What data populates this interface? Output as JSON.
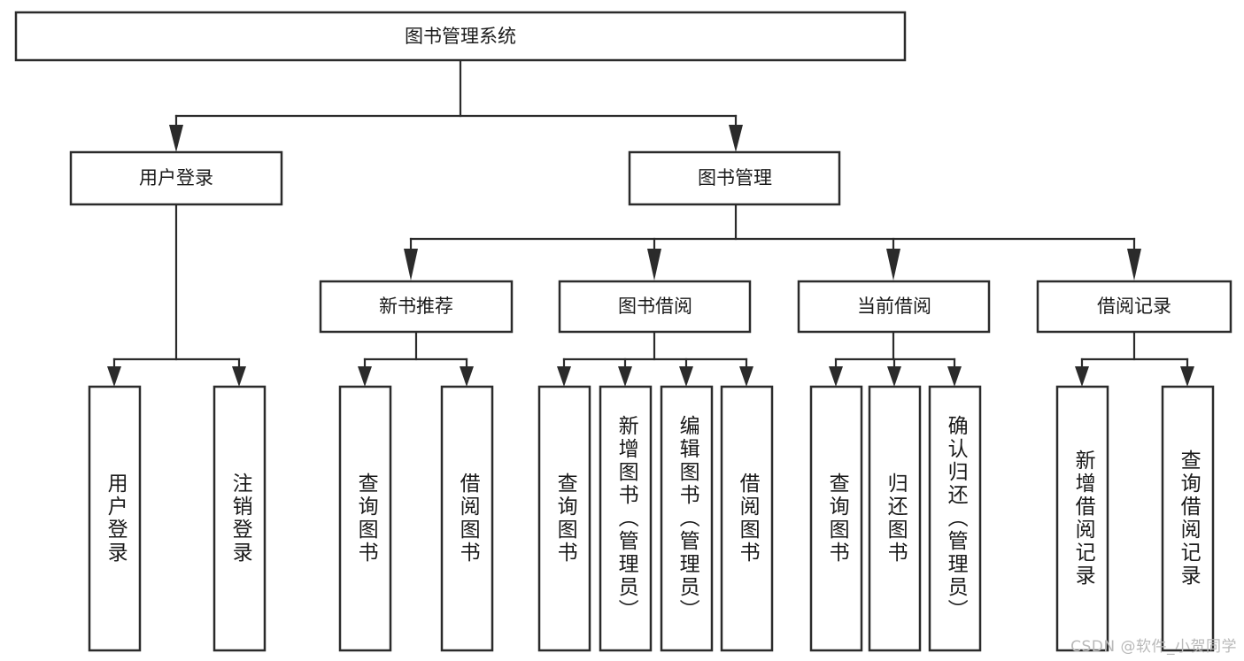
{
  "diagram": {
    "title": "图书管理系统",
    "type": "tree-hierarchy-chart",
    "colors": {
      "stroke": "#2b2b2b",
      "fill": "#ffffff",
      "text": "#1a1a1a",
      "watermark": "#b9b9b9",
      "background": "#ffffff"
    },
    "root": {
      "label": "图书管理系统"
    },
    "level2": [
      {
        "label": "用户登录"
      },
      {
        "label": "图书管理"
      }
    ],
    "level3": [
      {
        "label": "新书推荐"
      },
      {
        "label": "图书借阅"
      },
      {
        "label": "当前借阅"
      },
      {
        "label": "借阅记录"
      }
    ],
    "leaves": {
      "user_login": [
        {
          "label": "用户登录"
        },
        {
          "label": "注销登录"
        }
      ],
      "new_book_recommend": [
        {
          "label": "查询图书"
        },
        {
          "label": "借阅图书"
        }
      ],
      "book_borrow": [
        {
          "label": "查询图书"
        },
        {
          "label": "新增图书（管理员）"
        },
        {
          "label": "编辑图书（管理员）"
        },
        {
          "label": "借阅图书"
        }
      ],
      "current_borrow": [
        {
          "label": "查询图书"
        },
        {
          "label": "归还图书"
        },
        {
          "label": "确认归还（管理员）"
        }
      ],
      "borrow_record": [
        {
          "label": "新增借阅记录"
        },
        {
          "label": "查询借阅记录"
        }
      ]
    }
  },
  "watermark": {
    "text": "CSDN @软件_小贺同学"
  }
}
